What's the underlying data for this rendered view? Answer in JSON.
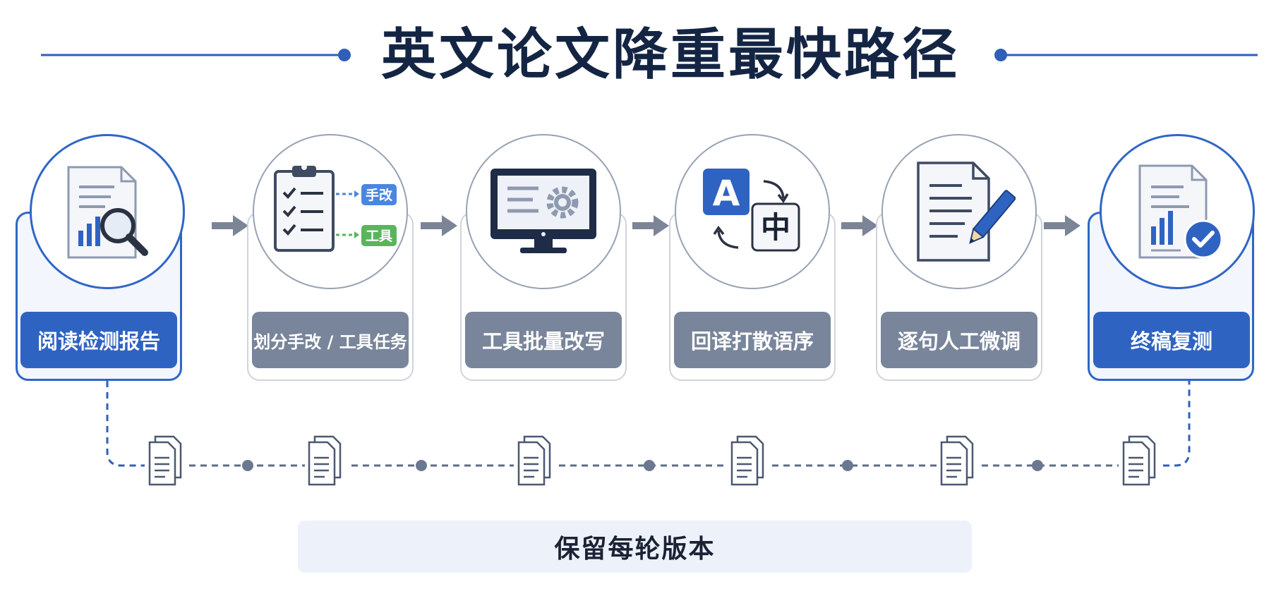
{
  "title": "英文论文降重最快路径",
  "steps": [
    {
      "label": "阅读检测报告",
      "icon": "report-magnifier-icon"
    },
    {
      "label": "划分手改 / 工具任务",
      "icon": "clipboard-checklist-icon",
      "tags": [
        "手改",
        "工具"
      ]
    },
    {
      "label": "工具批量改写",
      "icon": "monitor-gear-icon"
    },
    {
      "label": "回译打散语序",
      "icon": "translate-icon",
      "glyphs": [
        "A",
        "中"
      ]
    },
    {
      "label": "逐句人工微调",
      "icon": "document-pencil-icon"
    },
    {
      "label": "终稿复测",
      "icon": "report-check-icon"
    }
  ],
  "version_note": "保留每轮版本",
  "colors": {
    "accent": "#2f63c2",
    "step_gray": "#78859b",
    "title": "#142544",
    "tag_blue": "#4a86e0",
    "tag_green": "#58b55c"
  }
}
